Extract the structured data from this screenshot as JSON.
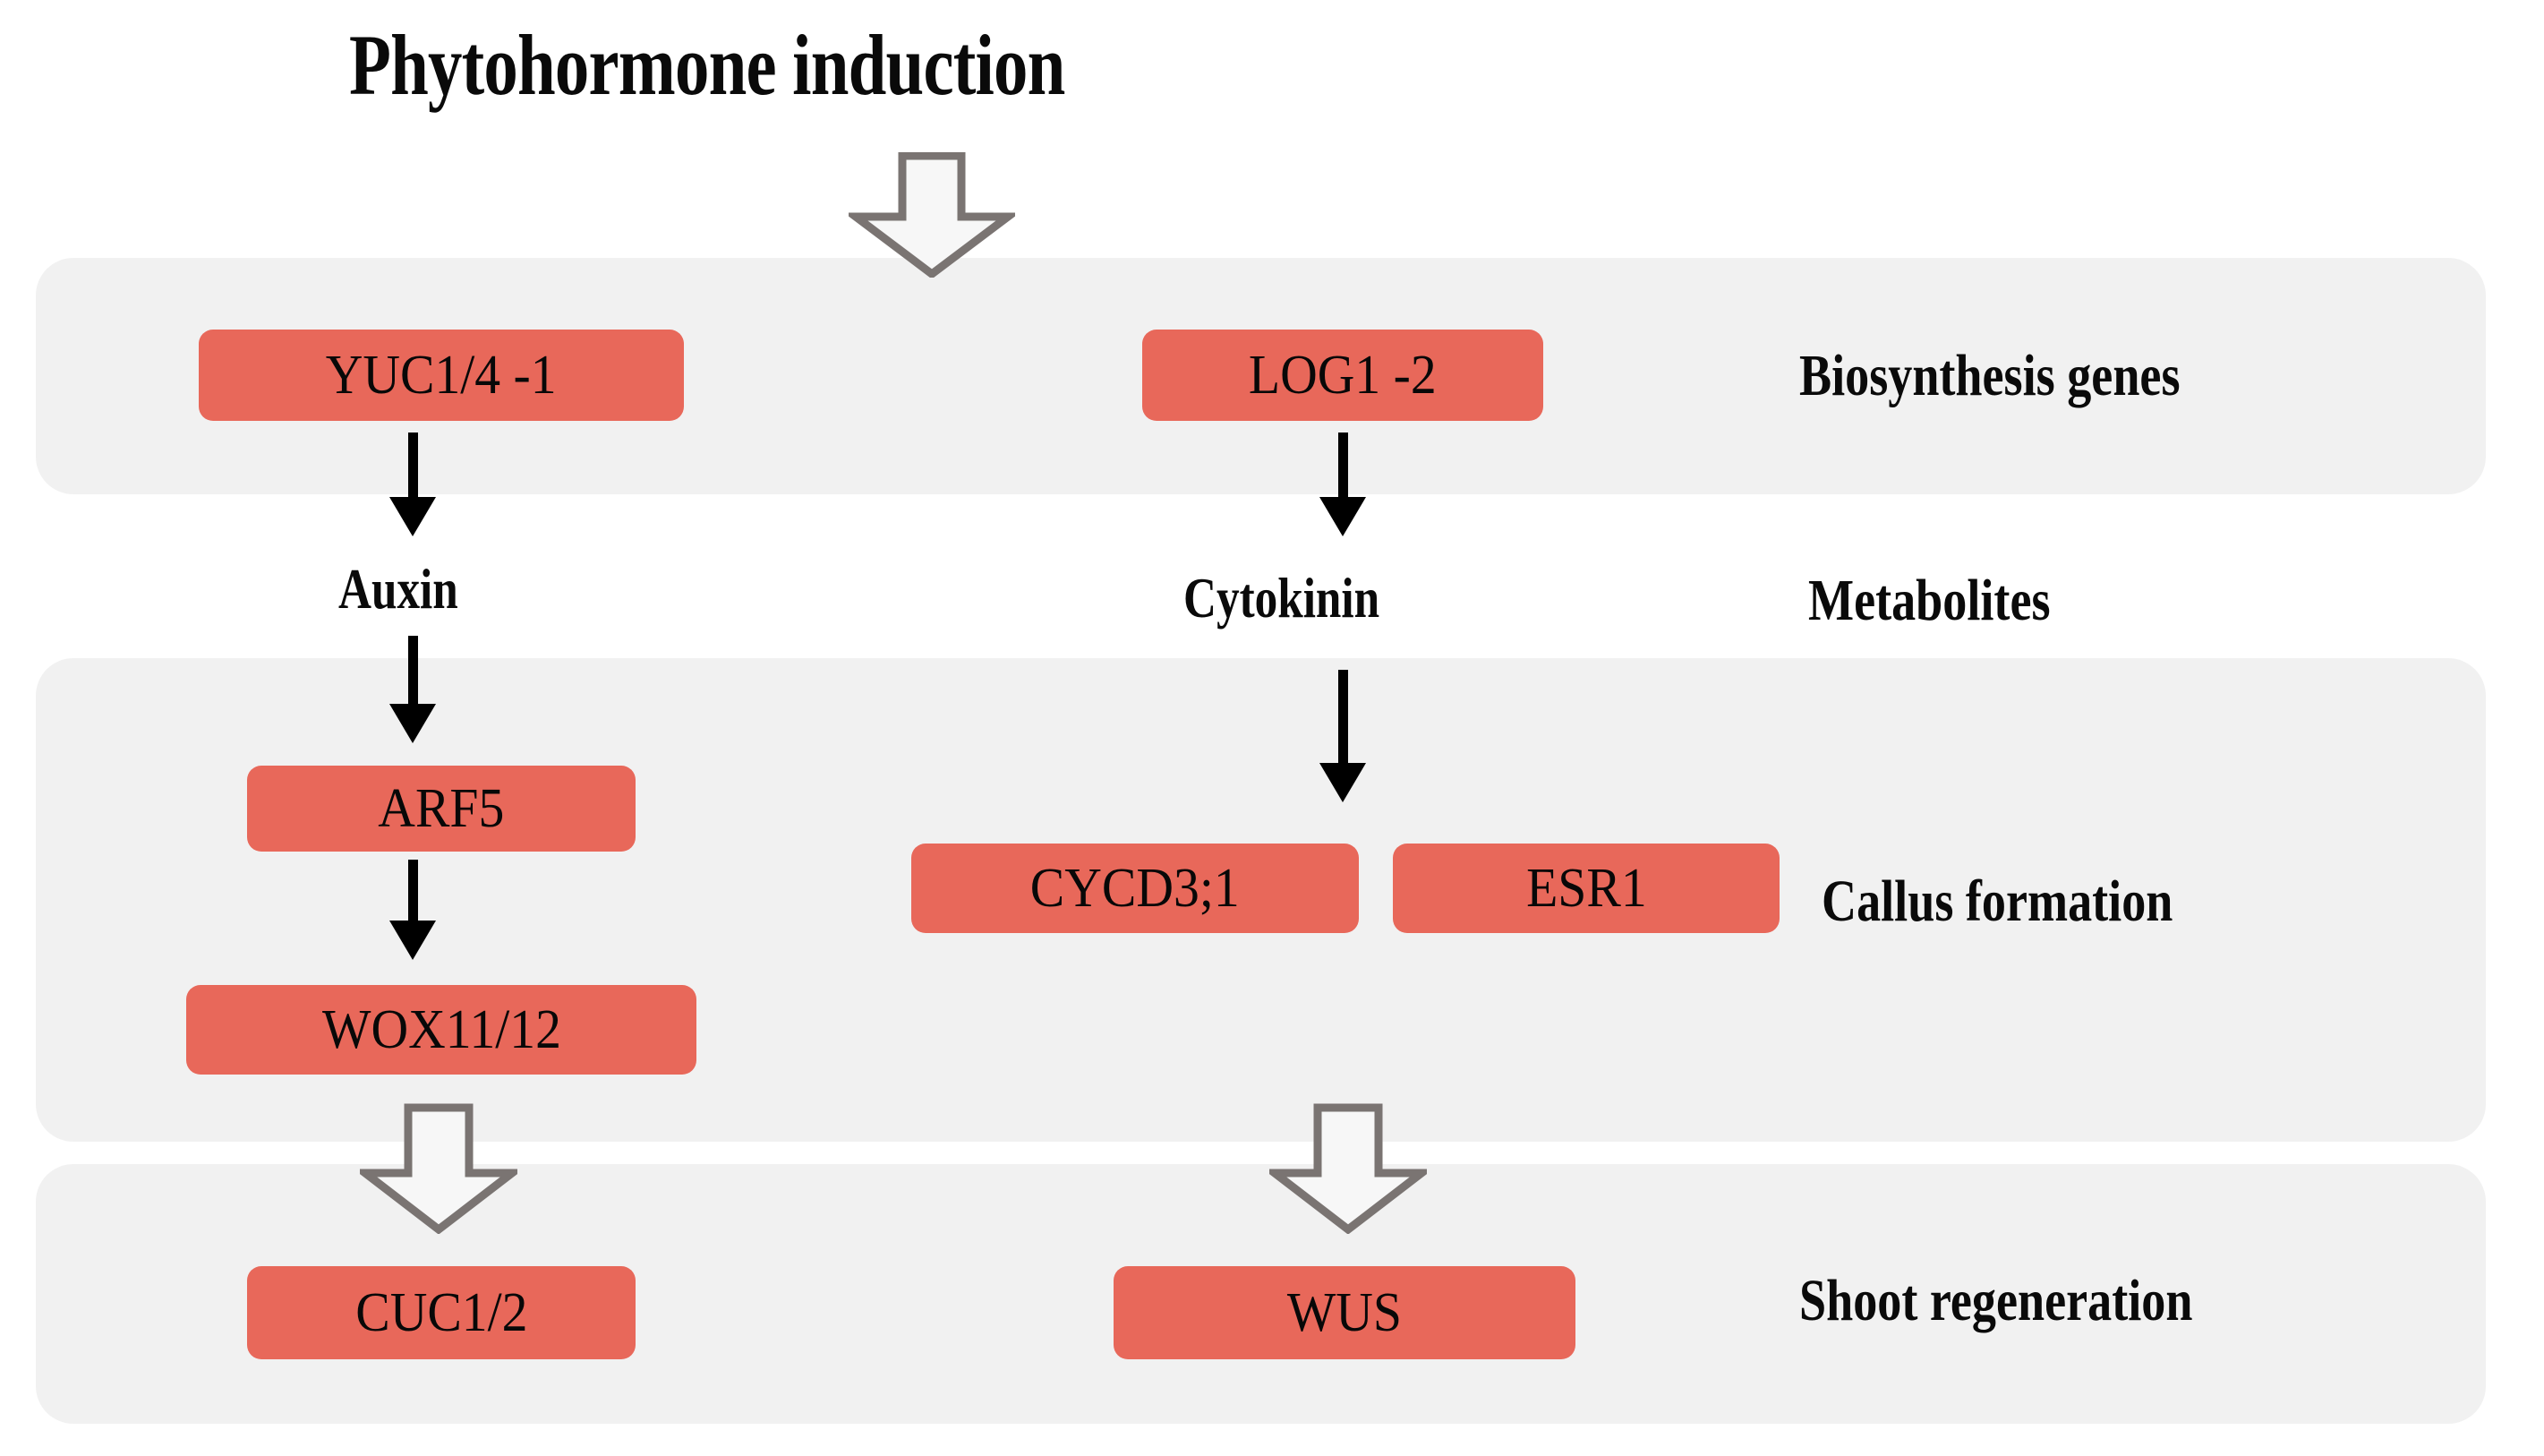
{
  "diagram": {
    "title": "Phytohormone induction",
    "box_color": "#E8685A",
    "band_color": "#f1f1f1",
    "arrow_color": "#000000",
    "block_arrow_outline": "#7a7472",
    "block_arrow_fill": "#f7f7f7"
  },
  "rows": {
    "biosynthesis": {
      "label": "Biosynthesis genes",
      "nodes": [
        {
          "id": "yuc",
          "label": "YUC1/4 -1"
        },
        {
          "id": "log1",
          "label": "LOG1 -2"
        }
      ]
    },
    "metabolites": {
      "label": "Metabolites",
      "nodes": [
        {
          "id": "auxin",
          "label": "Auxin"
        },
        {
          "id": "cytokinin",
          "label": "Cytokinin"
        }
      ]
    },
    "callus": {
      "label": "Callus formation",
      "nodes": [
        {
          "id": "arf5",
          "label": "ARF5"
        },
        {
          "id": "cycd3",
          "label": "CYCD3;1"
        },
        {
          "id": "esr1",
          "label": "ESR1"
        },
        {
          "id": "wox",
          "label": "WOX11/12"
        }
      ]
    },
    "shoot": {
      "label": "Shoot regeneration",
      "nodes": [
        {
          "id": "cuc",
          "label": "CUC1/2"
        },
        {
          "id": "wus",
          "label": "WUS"
        }
      ]
    }
  },
  "connectors": [
    {
      "id": "induction-to-genes",
      "type": "block-arrow",
      "from": "title",
      "to": "biosynthesis"
    },
    {
      "id": "yuc-to-auxin",
      "type": "line-arrow",
      "from": "yuc",
      "to": "auxin"
    },
    {
      "id": "auxin-to-arf5",
      "type": "line-arrow",
      "from": "auxin",
      "to": "arf5"
    },
    {
      "id": "arf5-to-wox",
      "type": "line-arrow",
      "from": "arf5",
      "to": "wox"
    },
    {
      "id": "wox-to-cuc",
      "type": "block-arrow",
      "from": "wox",
      "to": "cuc"
    },
    {
      "id": "log1-to-cytokinin",
      "type": "line-arrow",
      "from": "log1",
      "to": "cytokinin"
    },
    {
      "id": "cytokinin-to-cycd3",
      "type": "line-arrow",
      "from": "cytokinin",
      "to": "cycd3"
    },
    {
      "id": "callus-to-wus",
      "type": "block-arrow",
      "from": "callus",
      "to": "wus"
    }
  ]
}
